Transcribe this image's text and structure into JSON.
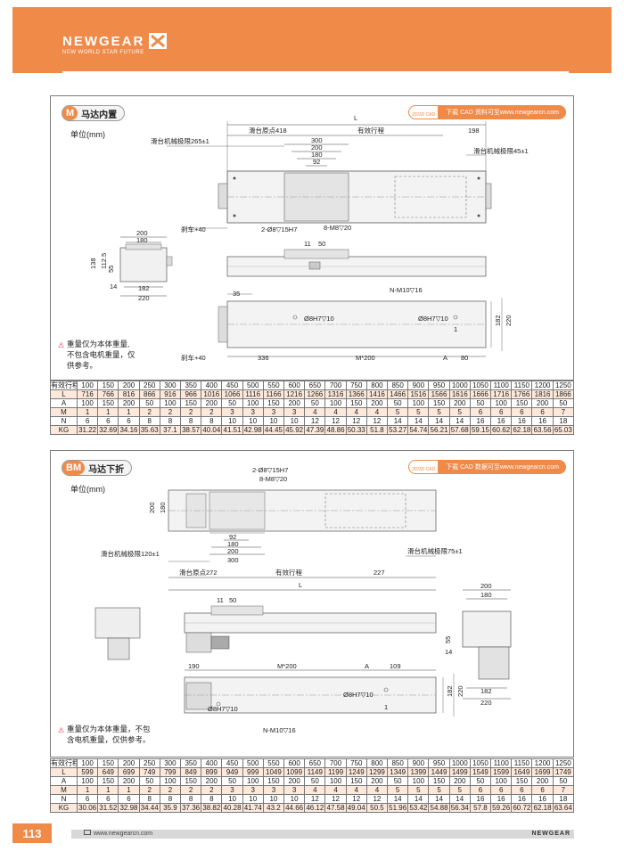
{
  "header": {
    "brand": "NEWGEAR",
    "tagline": "NEW WORLD STAR FUTURE"
  },
  "section1": {
    "badge": "M",
    "title": "马达内置",
    "unit": "单位(mm)",
    "cad_label": "下载 CAD 资料可至www.newgearcn.com",
    "cad_icon_text": "2D/3D CAD",
    "note": [
      "重量仅为本体重量,",
      "不包含电机重量，仅",
      "供参考。"
    ],
    "dims": {
      "L": "L",
      "origin": "滑台原点418",
      "stroke": "有效行程",
      "d198": "198",
      "d300": "300",
      "d200": "200",
      "d180": "180",
      "d92": "92",
      "limit_left": "滑台机械极限265±1",
      "limit_right": "滑台机械极限45±1",
      "brake": "刹车+40",
      "hole1": "2-Ø8▽15H7",
      "hole2": "8-M8▽20",
      "end_200": "200",
      "end_180": "180",
      "end_138": "138",
      "end_112": "112.5",
      "end_55": "55",
      "end_14": "14",
      "end_182": "182",
      "end_220": "220",
      "d11": "11",
      "d50": "50",
      "d35": "35",
      "nm10": "N-M10▽16",
      "pin1": "Ø8H7▽10",
      "pin2": "Ø8H7▽10",
      "side_182": "182",
      "side_220": "220",
      "marker_1": "1",
      "brake2": "刹车+40",
      "d336": "336",
      "m200": "M*200",
      "dA": "A",
      "d80": "80"
    }
  },
  "table1": {
    "header": [
      "有效行程",
      "100",
      "150",
      "200",
      "250",
      "300",
      "350",
      "400",
      "450",
      "500",
      "550",
      "600",
      "650",
      "700",
      "750",
      "800",
      "850",
      "900",
      "950",
      "1000",
      "1050",
      "1100",
      "1150",
      "1200",
      "1250"
    ],
    "rows": [
      [
        "L",
        "716",
        "766",
        "816",
        "866",
        "916",
        "966",
        "1016",
        "1066",
        "1116",
        "1166",
        "1216",
        "1266",
        "1316",
        "1366",
        "1416",
        "1466",
        "1516",
        "1566",
        "1616",
        "1666",
        "1716",
        "1766",
        "1816",
        "1866"
      ],
      [
        "A",
        "100",
        "150",
        "200",
        "50",
        "100",
        "150",
        "200",
        "50",
        "100",
        "150",
        "200",
        "50",
        "100",
        "150",
        "200",
        "50",
        "100",
        "150",
        "200",
        "50",
        "100",
        "150",
        "200",
        "50"
      ],
      [
        "M",
        "1",
        "1",
        "1",
        "2",
        "2",
        "2",
        "2",
        "3",
        "3",
        "3",
        "3",
        "4",
        "4",
        "4",
        "4",
        "5",
        "5",
        "5",
        "5",
        "6",
        "6",
        "6",
        "6",
        "7"
      ],
      [
        "N",
        "6",
        "6",
        "6",
        "8",
        "8",
        "8",
        "8",
        "10",
        "10",
        "10",
        "10",
        "12",
        "12",
        "12",
        "12",
        "14",
        "14",
        "14",
        "14",
        "16",
        "16",
        "16",
        "16",
        "18"
      ],
      [
        "KG",
        "31.22",
        "32.69",
        "34.16",
        "35.63",
        "37.1",
        "38.57",
        "40.04",
        "41.51",
        "42.98",
        "44.45",
        "45.92",
        "47.39",
        "48.86",
        "50.33",
        "51.8",
        "53.27",
        "54.74",
        "56.21",
        "57.68",
        "59.15",
        "60.62",
        "62.18",
        "63.56",
        "65.03"
      ]
    ]
  },
  "section2": {
    "badge": "BM",
    "title": "马达下折",
    "unit": "单位(mm)",
    "cad_label": "下载 CAD 数据可至www.newgearcn.com",
    "cad_icon_text": "2D/3D CAD",
    "note": [
      "重量仅为本体重量，不包",
      "含电机重量，仅供参考。"
    ],
    "dims": {
      "hole1": "2-Ø8▽15H7",
      "hole2": "8-M8▽20",
      "h200": "200",
      "h180": "180",
      "d92": "92",
      "d180": "180",
      "d200": "200",
      "d300": "300",
      "limit_left": "滑台机械极限120±1",
      "limit_right": "滑台机械极限75±1",
      "origin": "滑台原点272",
      "stroke": "有效行程",
      "d227": "227",
      "L": "L",
      "d11": "11",
      "d50": "50",
      "end_200": "200",
      "end_180": "180",
      "end_55": "55",
      "end_14": "14",
      "end_182": "182",
      "end_220": "220",
      "d190": "190",
      "m200": "M*200",
      "dA": "A",
      "d109": "109",
      "pin1": "Ø8H7▽10",
      "pin2": "Ø8H7▽10",
      "nm10": "N-M10▽16",
      "side_182": "182",
      "side_220": "220",
      "marker_1": "1"
    }
  },
  "table2": {
    "header": [
      "有效行程",
      "100",
      "150",
      "200",
      "250",
      "300",
      "350",
      "400",
      "450",
      "500",
      "550",
      "600",
      "650",
      "700",
      "750",
      "800",
      "850",
      "900",
      "950",
      "1000",
      "1050",
      "1100",
      "1150",
      "1200",
      "1250"
    ],
    "rows": [
      [
        "L",
        "599",
        "649",
        "699",
        "749",
        "799",
        "849",
        "899",
        "949",
        "999",
        "1049",
        "1099",
        "1149",
        "1199",
        "1249",
        "1299",
        "1349",
        "1399",
        "1449",
        "1499",
        "1549",
        "1599",
        "1649",
        "1699",
        "1749"
      ],
      [
        "A",
        "100",
        "150",
        "200",
        "50",
        "100",
        "150",
        "200",
        "50",
        "100",
        "150",
        "200",
        "50",
        "100",
        "150",
        "200",
        "50",
        "100",
        "150",
        "200",
        "50",
        "100",
        "150",
        "200",
        "50"
      ],
      [
        "M",
        "1",
        "1",
        "1",
        "2",
        "2",
        "2",
        "2",
        "3",
        "3",
        "3",
        "3",
        "4",
        "4",
        "4",
        "4",
        "5",
        "5",
        "5",
        "5",
        "6",
        "6",
        "6",
        "6",
        "7"
      ],
      [
        "N",
        "6",
        "6",
        "6",
        "8",
        "8",
        "8",
        "8",
        "10",
        "10",
        "10",
        "10",
        "12",
        "12",
        "12",
        "12",
        "14",
        "14",
        "14",
        "14",
        "16",
        "16",
        "16",
        "16",
        "18"
      ],
      [
        "KG",
        "30.06",
        "31.52",
        "32.98",
        "34.44",
        "35.9",
        "37.36",
        "38.82",
        "40.28",
        "41.74",
        "43.2",
        "44.66",
        "46.12",
        "47.58",
        "49.04",
        "50.5",
        "51.96",
        "53.42",
        "54.88",
        "56.34",
        "57.8",
        "59.26",
        "60.72",
        "62.18",
        "63.64"
      ]
    ]
  },
  "footer": {
    "page_number": "113",
    "url": "www.newgearcn.com",
    "brand": "NEWGEAR"
  }
}
